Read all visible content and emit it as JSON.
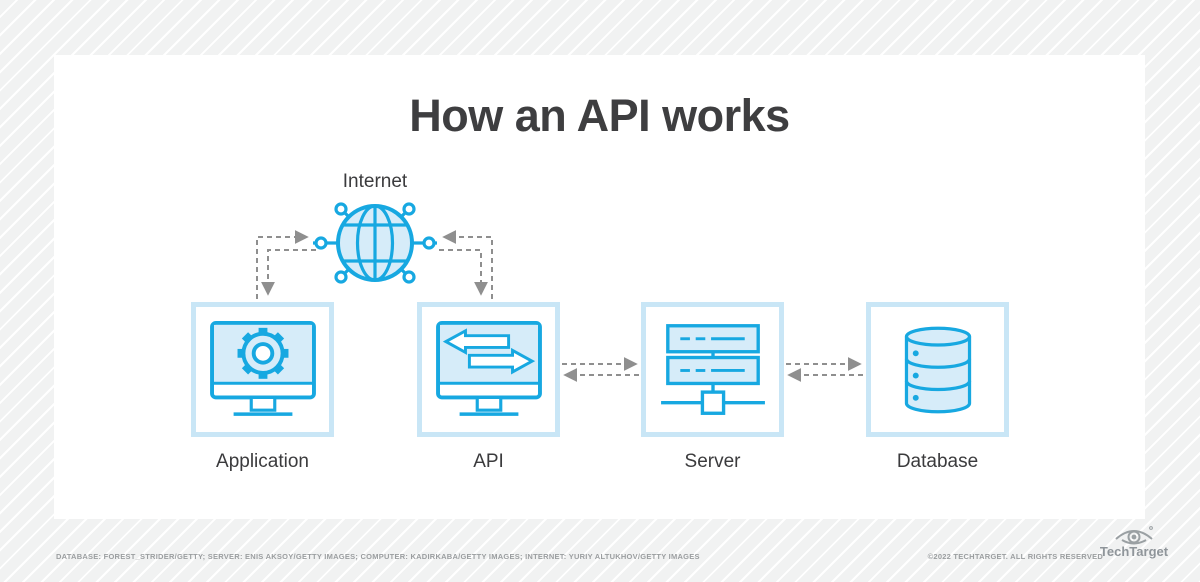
{
  "page": {
    "title": "How an API works"
  },
  "diagram": {
    "internet_label": "Internet",
    "nodes": [
      {
        "id": "application",
        "label": "Application",
        "icon": "monitor-gear-icon"
      },
      {
        "id": "api",
        "label": "API",
        "icon": "monitor-arrows-icon"
      },
      {
        "id": "server",
        "label": "Server",
        "icon": "server-rack-icon"
      },
      {
        "id": "database",
        "label": "Database",
        "icon": "database-cylinder-icon"
      }
    ],
    "connections": [
      {
        "from": "application",
        "to": "internet",
        "style": "dashed",
        "bidirectional": true
      },
      {
        "from": "api",
        "to": "internet",
        "style": "dashed",
        "bidirectional": true
      },
      {
        "from": "api",
        "to": "server",
        "style": "dashed",
        "bidirectional": true
      },
      {
        "from": "server",
        "to": "database",
        "style": "dashed",
        "bidirectional": true
      }
    ]
  },
  "colors": {
    "accent_blue": "#17a8e1",
    "light_blue_fill": "#d6ecf9",
    "box_border": "#c9e6f6",
    "arrow_gray": "#8f8f8f",
    "title_text": "#3e3e40",
    "footer_text": "#9b9ea0"
  },
  "footer": {
    "credits": "DATABASE: FOREST_STRIDER/GETTY; SERVER: ENIS AKSOY/GETTY IMAGES; COMPUTER: KADIRKABA/GETTY IMAGES; INTERNET: YURIY ALTUKHOV/GETTY IMAGES",
    "copyright": "©2022 TECHTARGET. ALL RIGHTS RESERVED",
    "brand": "TechTarget"
  }
}
